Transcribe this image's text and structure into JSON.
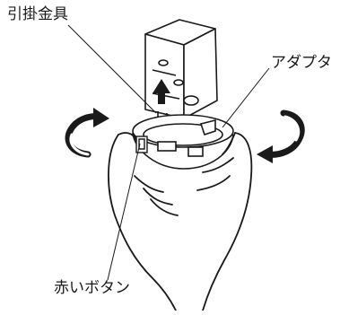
{
  "labels": {
    "hook": "引掛金具",
    "adapter": "アダプタ",
    "red_button": "赤いボタン"
  }
}
